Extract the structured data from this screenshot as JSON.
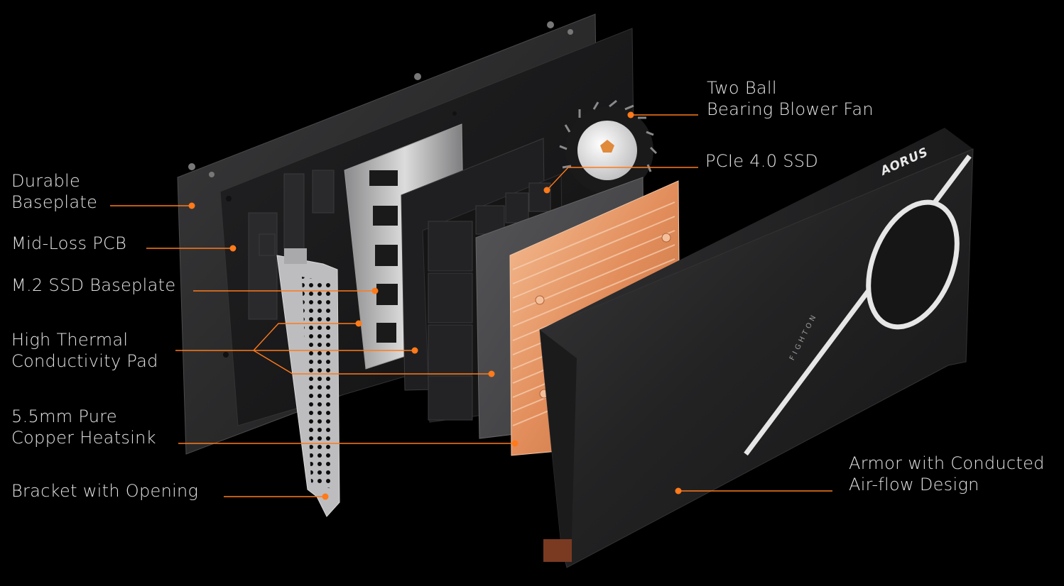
{
  "brand": {
    "logo_text": "AORUS",
    "armor_vertical_text": "FIGHTON"
  },
  "colors": {
    "background": "#000000",
    "leader": "#ff7a1a",
    "label_text": "#e4e4e4",
    "copper": "#e69a6a"
  },
  "callouts": [
    {
      "id": "two-ball-bearing-blower-fan",
      "lines": [
        "Two Ball",
        "Bearing Blower Fan"
      ]
    },
    {
      "id": "pcie-ssd",
      "lines": [
        "PCIe 4.0 SSD"
      ]
    },
    {
      "id": "durable-baseplate",
      "lines": [
        "Durable",
        "Baseplate"
      ]
    },
    {
      "id": "mid-loss-pcb",
      "lines": [
        "Mid-Loss PCB"
      ]
    },
    {
      "id": "m2-ssd-baseplate",
      "lines": [
        "M.2 SSD Baseplate"
      ]
    },
    {
      "id": "high-thermal-conductivity-pad",
      "lines": [
        "High Thermal",
        "Conductivity Pad"
      ]
    },
    {
      "id": "copper-heatsink",
      "lines": [
        "5.5mm Pure",
        "Copper Heatsink"
      ]
    },
    {
      "id": "bracket-with-opening",
      "lines": [
        "Bracket with Opening"
      ]
    },
    {
      "id": "armor-airflow",
      "lines": [
        "Armor with Conducted",
        "Air-flow Design"
      ]
    }
  ]
}
